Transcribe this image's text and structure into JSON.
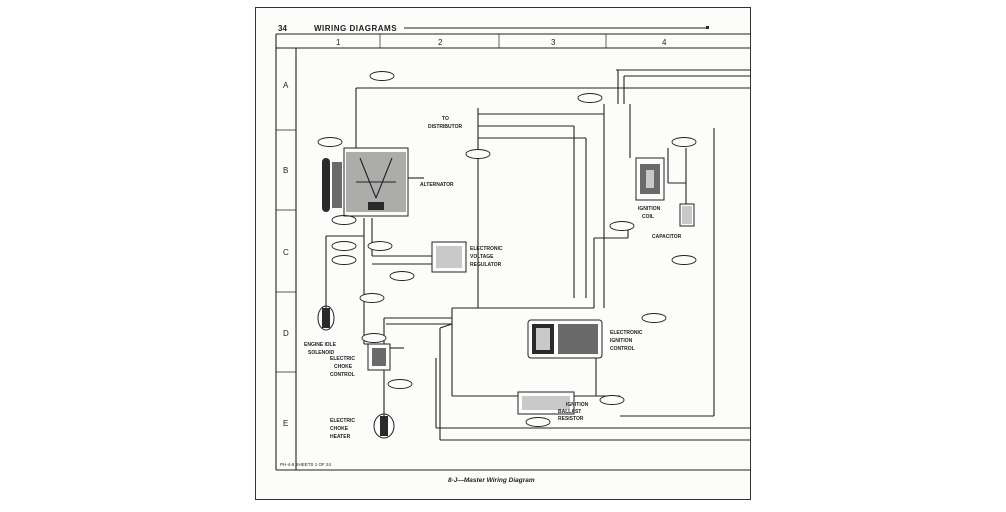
{
  "header": {
    "page_number": "34",
    "title": "WIRING DIAGRAMS",
    "columns": [
      "1",
      "2",
      "3",
      "4"
    ],
    "rows": [
      "A",
      "B",
      "C",
      "D",
      "E"
    ]
  },
  "components": {
    "distributor": [
      "TO",
      "DISTRIBUTOR"
    ],
    "alternator": "ALTERNATOR",
    "voltage_regulator": [
      "ELECTRONIC",
      "VOLTAGE",
      "REGULATOR"
    ],
    "ignition_coil": [
      "IGNITION",
      "COIL"
    ],
    "capacitor": "CAPACITOR",
    "ignition_control": [
      "ELECTRONIC",
      "IGNITION",
      "CONTROL"
    ],
    "ballast_resistor": [
      "IGNITION",
      "BALLAST",
      "RESISTOR"
    ],
    "choke_solenoid": [
      "ENGINE IDLE",
      "SOLENOID"
    ],
    "choke_control": [
      "ELECTRIC",
      "CHOKE",
      "CONTROL"
    ],
    "choke_heater": [
      "ELECTRIC",
      "CHOKE",
      "HEATER"
    ]
  },
  "footer": {
    "note": "PH-4-8 SHEETS 1 OF 24",
    "caption": "8-J—Master Wiring Diagram"
  }
}
